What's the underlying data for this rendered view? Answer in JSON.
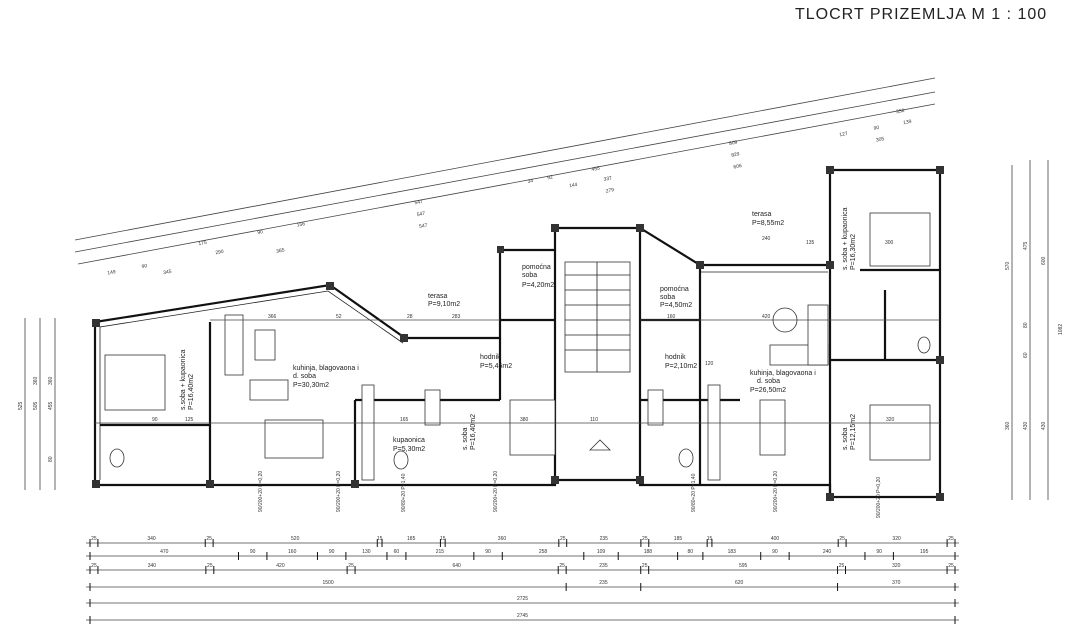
{
  "title": "TLOCRT PRIZEMLJA M 1 : 100",
  "rooms": {
    "terasa_left": {
      "name": "terasa",
      "area": "P=9,10m2"
    },
    "pomocna_1": {
      "name1": "pomoćna",
      "name2": "soba",
      "area": "P=4,20m2"
    },
    "pomocna_2": {
      "name1": "pomoćna",
      "name2": "soba",
      "area": "P=4,50m2"
    },
    "terasa_right": {
      "name": "terasa",
      "area": "P=8,55m2"
    },
    "kitchen_left": {
      "name1": "kuhinja, blagovaona i",
      "name2": "d. soba",
      "area": "P=30,30m2"
    },
    "hodnik_left": {
      "name": "hodnik",
      "area": "P=5,45m2"
    },
    "hodnik_right": {
      "name": "hodnik",
      "area": "P=2,10m2"
    },
    "kitchen_right": {
      "name1": "kuhinja, blagovaona i",
      "name2": "d. soba",
      "area": "P=26,50m2"
    },
    "kupaonica": {
      "name": "kupaonica",
      "area": "P=5,30m2"
    },
    "bedroom_1": {
      "name": "s.soba + kupaonica",
      "area": "P=16,40m2"
    },
    "bedroom_2": {
      "name": "s. soba",
      "area": "P=16,40m2"
    },
    "bedroom_3": {
      "name": "s. soba + kupaonica",
      "area": "P=16,30m2"
    },
    "bedroom_4": {
      "name": "s. soba",
      "area": "P=12,15m2"
    }
  },
  "inner_dims": [
    "366",
    "52",
    "28",
    "283",
    "420",
    "160",
    "240",
    "135",
    "320",
    "300",
    "90",
    "125",
    "165",
    "380",
    "110",
    "120"
  ],
  "window_labels": [
    "90/200+20 P=0,20",
    "90/200+20 P=0,20",
    "90/80+20 P=1,40",
    "90/200+20 P=0,20",
    "90/80+20 P=1,40",
    "90/200+20 P=0,20",
    "90/200+20 P=0,20"
  ],
  "top_dims": {
    "row1": [
      "175",
      "90",
      "156",
      "547",
      "455",
      "809",
      "356"
    ],
    "row2": [
      "149",
      "90",
      "345",
      "290",
      "365",
      "547",
      "337",
      "829",
      "127",
      "90",
      "139"
    ],
    "row3": [
      "547",
      "279",
      "606",
      "305",
      "34",
      "92",
      "144"
    ]
  },
  "left_dims": [
    "525",
    "505",
    "455",
    "360",
    "360",
    "80"
  ],
  "right_dims": [
    "570",
    "475",
    "600",
    "80",
    "60",
    "1082",
    "360",
    "430",
    "430"
  ],
  "bottom_dims": [
    [
      "25",
      "340",
      "25",
      "520",
      "15",
      "185",
      "15",
      "360",
      "25",
      "235",
      "25",
      "185",
      "15",
      "400",
      "25",
      "320",
      "25"
    ],
    [
      "470",
      "90",
      "160",
      "90",
      "130",
      "60",
      "215",
      "90",
      "258",
      "109",
      "188",
      "80",
      "183",
      "90",
      "240",
      "90",
      "195"
    ],
    [
      "25",
      "340",
      "25",
      "420",
      "25",
      "640",
      "25",
      "235",
      "25",
      "595",
      "25",
      "320",
      "25"
    ],
    [
      "1500",
      "235",
      "620",
      "370"
    ],
    [
      "2725"
    ],
    [
      "2745"
    ]
  ]
}
